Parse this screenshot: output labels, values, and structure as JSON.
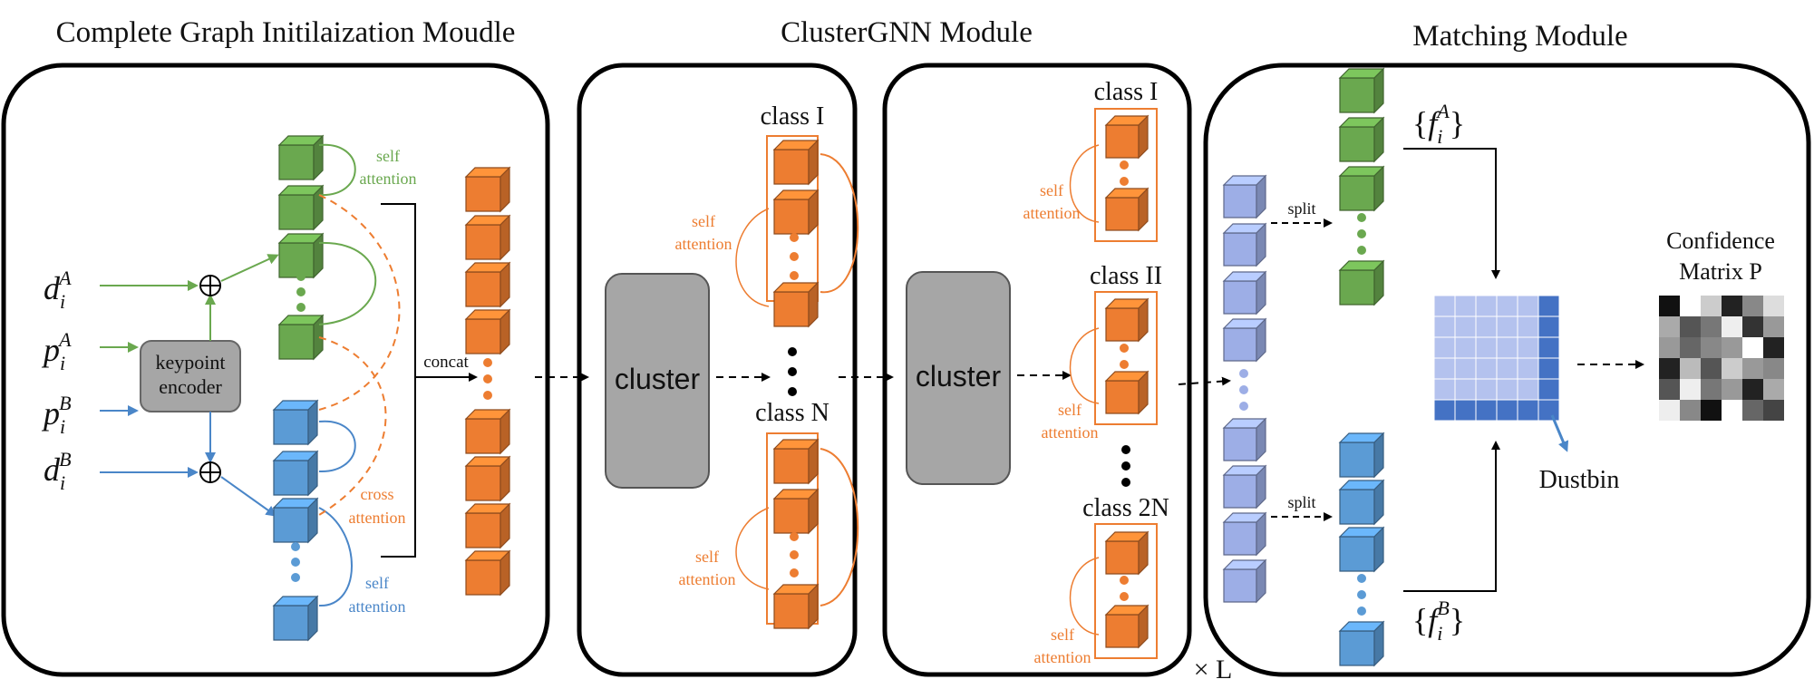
{
  "modules": {
    "init": {
      "title": "Complete Graph Initilaization Moudle"
    },
    "gnn": {
      "title": "ClusterGNN Module"
    },
    "match": {
      "title": "Matching Module"
    }
  },
  "inputs": {
    "dA": {
      "base": "d",
      "sub": "i",
      "sup": "A"
    },
    "pA": {
      "base": "p",
      "sub": "i",
      "sup": "A"
    },
    "pB": {
      "base": "p",
      "sub": "i",
      "sup": "B"
    },
    "dB": {
      "base": "d",
      "sub": "i",
      "sup": "B"
    }
  },
  "encoder": {
    "line1": "keypoint",
    "line2": "encoder"
  },
  "labels": {
    "self": "self",
    "attention": "attention",
    "cross": "cross",
    "concat": "concat",
    "cluster": "cluster",
    "split": "split",
    "repeat": "× L",
    "dustbin": "Dustbin",
    "conf1": "Confidence",
    "conf2": "Matrix P"
  },
  "classes": {
    "c1": "class I",
    "cN": "class N",
    "c1b": "class I",
    "c2": "class II",
    "c2N": "class 2N"
  },
  "features": {
    "fA": {
      "open": "{",
      "base": "f",
      "sub": "i",
      "sup": "A",
      "close": "}"
    },
    "fB": {
      "open": "{",
      "base": "f",
      "sub": "i",
      "sup": "B",
      "close": "}"
    }
  },
  "colors": {
    "green": "#6aa84f",
    "green_dark": "#38761d",
    "blue": "#5b9bd5",
    "blue_dark": "#2e75b6",
    "orange": "#ed7d31",
    "orange_dark": "#c55a11",
    "lavender": "#9daee6",
    "gray_box": "#a6a6a6"
  }
}
